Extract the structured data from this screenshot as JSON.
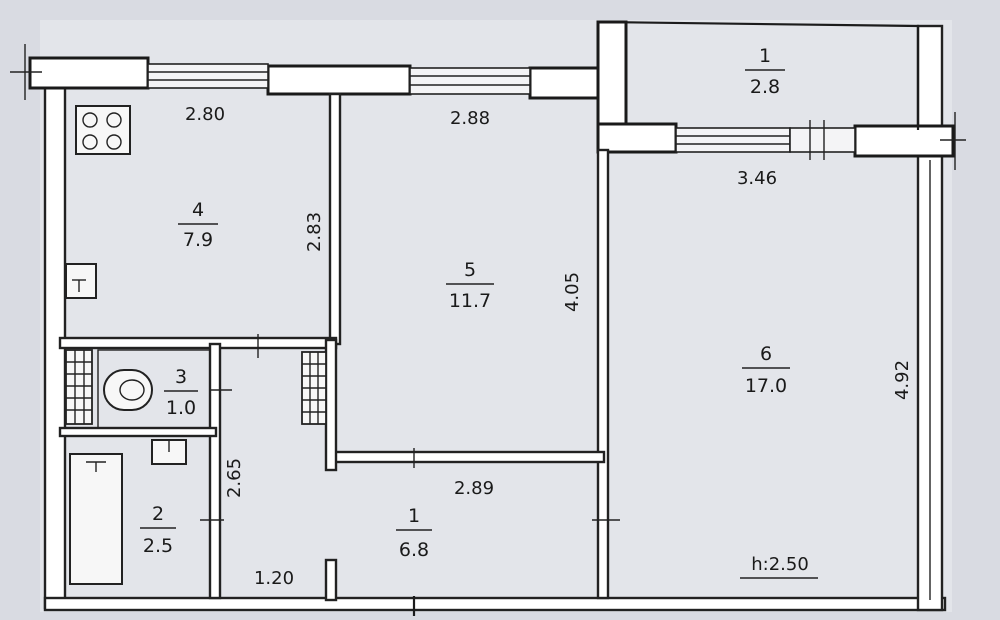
{
  "rooms": [
    {
      "number": "1",
      "area": "2.8"
    },
    {
      "number": "4",
      "area": "7.9"
    },
    {
      "number": "5",
      "area": "11.7"
    },
    {
      "number": "6",
      "area": "17.0"
    },
    {
      "number": "3",
      "area": "1.0"
    },
    {
      "number": "2",
      "area": "2.5"
    },
    {
      "number": "1",
      "area": "6.8"
    }
  ],
  "dimensions": {
    "kitchen_width": "2.80",
    "room5_width": "2.88",
    "room6_width": "3.46",
    "kitchen_depth": "2.83",
    "room5_depth": "4.05",
    "room6_depth": "4.92",
    "hall_depth": "2.65",
    "corridor_width": "2.89",
    "entry_width": "1.20"
  },
  "ceiling_height": "h:2.50"
}
